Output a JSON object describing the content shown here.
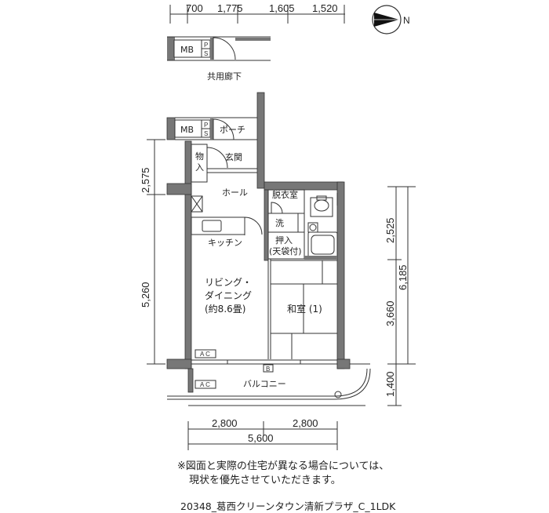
{
  "top_dimensions": [
    "700",
    "1,775",
    "1,605",
    "1,520"
  ],
  "north_label": "N",
  "corridor_label": "共用廊下",
  "upper_mb": {
    "mb": "MB",
    "p": "P",
    "s": "S"
  },
  "lower_mb": {
    "mb": "MB",
    "p": "P",
    "s": "S"
  },
  "rooms": {
    "porch": "ポーチ",
    "storage": [
      "物",
      "入"
    ],
    "entrance": "玄関",
    "hall": "ホール",
    "dressing": "脱衣室",
    "washer": "洗",
    "closet": [
      "押入",
      "(天袋付)"
    ],
    "kitchen": "キッチン",
    "living": [
      "リビング・",
      "ダイニング",
      "(約8.6畳)"
    ],
    "washitsu": "和室 (1)",
    "balcony": "バルコニー",
    "ac": "A C",
    "b_mark": "B"
  },
  "left_dimensions": [
    "2,575",
    "5,260"
  ],
  "right_dimensions": [
    "2,525",
    "3,660",
    "6,185",
    "1,400"
  ],
  "bottom_dimensions": [
    "2,800",
    "2,800",
    "5,600"
  ],
  "note": {
    "line1": "※図面と実際の住宅が異なる場合については、",
    "line2": "現状を優先させていただきます。"
  },
  "footer": "20348_葛西クリーンタウン清新プラザ_C_1LDK"
}
